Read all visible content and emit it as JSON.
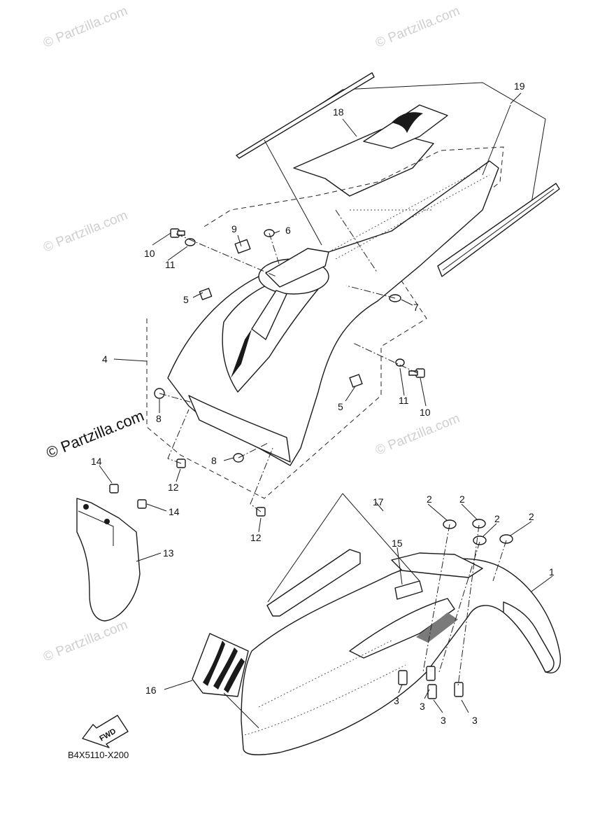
{
  "diagram": {
    "code": "B4X5110-X200",
    "fwd_label": "FWD",
    "watermark": "© Partzilla.com",
    "callouts": [
      {
        "id": "c1",
        "label": "1"
      },
      {
        "id": "c2a",
        "label": "2"
      },
      {
        "id": "c2b",
        "label": "2"
      },
      {
        "id": "c2c",
        "label": "2"
      },
      {
        "id": "c2d",
        "label": "2"
      },
      {
        "id": "c3a",
        "label": "3"
      },
      {
        "id": "c3b",
        "label": "3"
      },
      {
        "id": "c3c",
        "label": "3"
      },
      {
        "id": "c3d",
        "label": "3"
      },
      {
        "id": "c4",
        "label": "4"
      },
      {
        "id": "c5a",
        "label": "5"
      },
      {
        "id": "c5b",
        "label": "5"
      },
      {
        "id": "c6",
        "label": "6"
      },
      {
        "id": "c7",
        "label": "7"
      },
      {
        "id": "c8a",
        "label": "8"
      },
      {
        "id": "c8b",
        "label": "8"
      },
      {
        "id": "c9",
        "label": "9"
      },
      {
        "id": "c10a",
        "label": "10"
      },
      {
        "id": "c10b",
        "label": "10"
      },
      {
        "id": "c11a",
        "label": "11"
      },
      {
        "id": "c11b",
        "label": "11"
      },
      {
        "id": "c12a",
        "label": "12"
      },
      {
        "id": "c12b",
        "label": "12"
      },
      {
        "id": "c13",
        "label": "13"
      },
      {
        "id": "c14a",
        "label": "14"
      },
      {
        "id": "c14b",
        "label": "14"
      },
      {
        "id": "c15",
        "label": "15"
      },
      {
        "id": "c16",
        "label": "16"
      },
      {
        "id": "c17",
        "label": "17"
      },
      {
        "id": "c18",
        "label": "18"
      },
      {
        "id": "c19",
        "label": "19"
      }
    ]
  }
}
